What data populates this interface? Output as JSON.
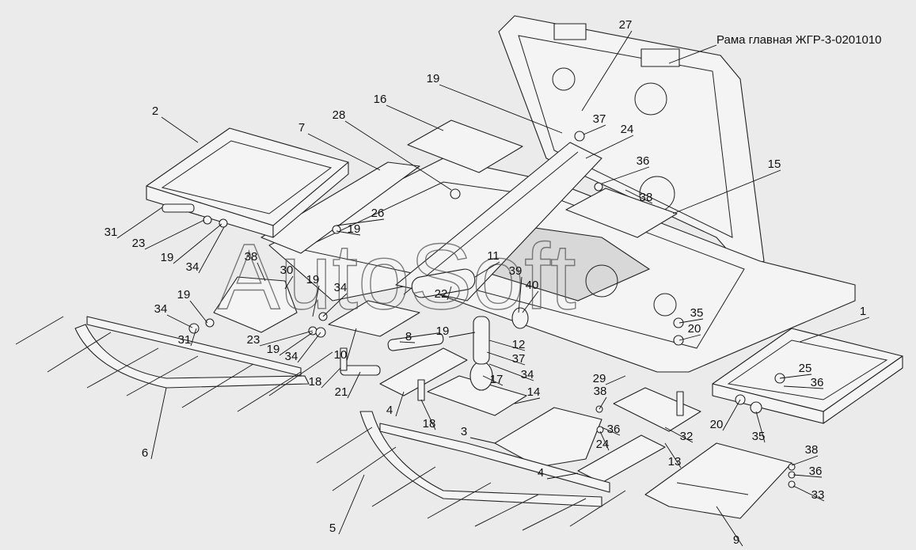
{
  "title": "Рама главная ЖГР-3-0201010",
  "watermark": "AutoSoft",
  "callouts": [
    {
      "id": "c27a",
      "label": "27"
    },
    {
      "id": "c19a",
      "label": "19"
    },
    {
      "id": "c37a",
      "label": "37"
    },
    {
      "id": "c16",
      "label": "16"
    },
    {
      "id": "c24a",
      "label": "24"
    },
    {
      "id": "c2",
      "label": "2"
    },
    {
      "id": "c28",
      "label": "28"
    },
    {
      "id": "c36a",
      "label": "36"
    },
    {
      "id": "c7",
      "label": "7"
    },
    {
      "id": "c15",
      "label": "15"
    },
    {
      "id": "c38a",
      "label": "38"
    },
    {
      "id": "c26",
      "label": "26"
    },
    {
      "id": "c31a",
      "label": "31"
    },
    {
      "id": "c23a",
      "label": "23"
    },
    {
      "id": "c19b",
      "label": "19"
    },
    {
      "id": "c19c",
      "label": "19"
    },
    {
      "id": "c34a",
      "label": "34"
    },
    {
      "id": "c38b",
      "label": "38"
    },
    {
      "id": "c11",
      "label": "11"
    },
    {
      "id": "c30",
      "label": "30"
    },
    {
      "id": "c19d",
      "label": "19"
    },
    {
      "id": "c34b",
      "label": "34"
    },
    {
      "id": "c22",
      "label": "22"
    },
    {
      "id": "c39",
      "label": "39"
    },
    {
      "id": "c40",
      "label": "40"
    },
    {
      "id": "c19e",
      "label": "19"
    },
    {
      "id": "c34c",
      "label": "34"
    },
    {
      "id": "c35a",
      "label": "35"
    },
    {
      "id": "c20a",
      "label": "20"
    },
    {
      "id": "c1",
      "label": "1"
    },
    {
      "id": "c31b",
      "label": "31"
    },
    {
      "id": "c23b",
      "label": "23"
    },
    {
      "id": "c8",
      "label": "8"
    },
    {
      "id": "c19f",
      "label": "19"
    },
    {
      "id": "c12",
      "label": "12"
    },
    {
      "id": "c19g",
      "label": "19"
    },
    {
      "id": "c10",
      "label": "10"
    },
    {
      "id": "c37b",
      "label": "37"
    },
    {
      "id": "c34d",
      "label": "34"
    },
    {
      "id": "c34e",
      "label": "34"
    },
    {
      "id": "c18a",
      "label": "18"
    },
    {
      "id": "c21",
      "label": "21"
    },
    {
      "id": "c17",
      "label": "17"
    },
    {
      "id": "c29",
      "label": "29"
    },
    {
      "id": "c25",
      "label": "25"
    },
    {
      "id": "c36b",
      "label": "36"
    },
    {
      "id": "c14",
      "label": "14"
    },
    {
      "id": "c38c",
      "label": "38"
    },
    {
      "id": "c4a",
      "label": "4"
    },
    {
      "id": "c18b",
      "label": "18"
    },
    {
      "id": "c6",
      "label": "6"
    },
    {
      "id": "c3",
      "label": "3"
    },
    {
      "id": "c36c",
      "label": "36"
    },
    {
      "id": "c32",
      "label": "32"
    },
    {
      "id": "c20b",
      "label": "20"
    },
    {
      "id": "c35b",
      "label": "35"
    },
    {
      "id": "c24b",
      "label": "24"
    },
    {
      "id": "c13",
      "label": "13"
    },
    {
      "id": "c38d",
      "label": "38"
    },
    {
      "id": "c4b",
      "label": "4"
    },
    {
      "id": "c36d",
      "label": "36"
    },
    {
      "id": "c33",
      "label": "33"
    },
    {
      "id": "c5",
      "label": "5"
    },
    {
      "id": "c9",
      "label": "9"
    }
  ]
}
